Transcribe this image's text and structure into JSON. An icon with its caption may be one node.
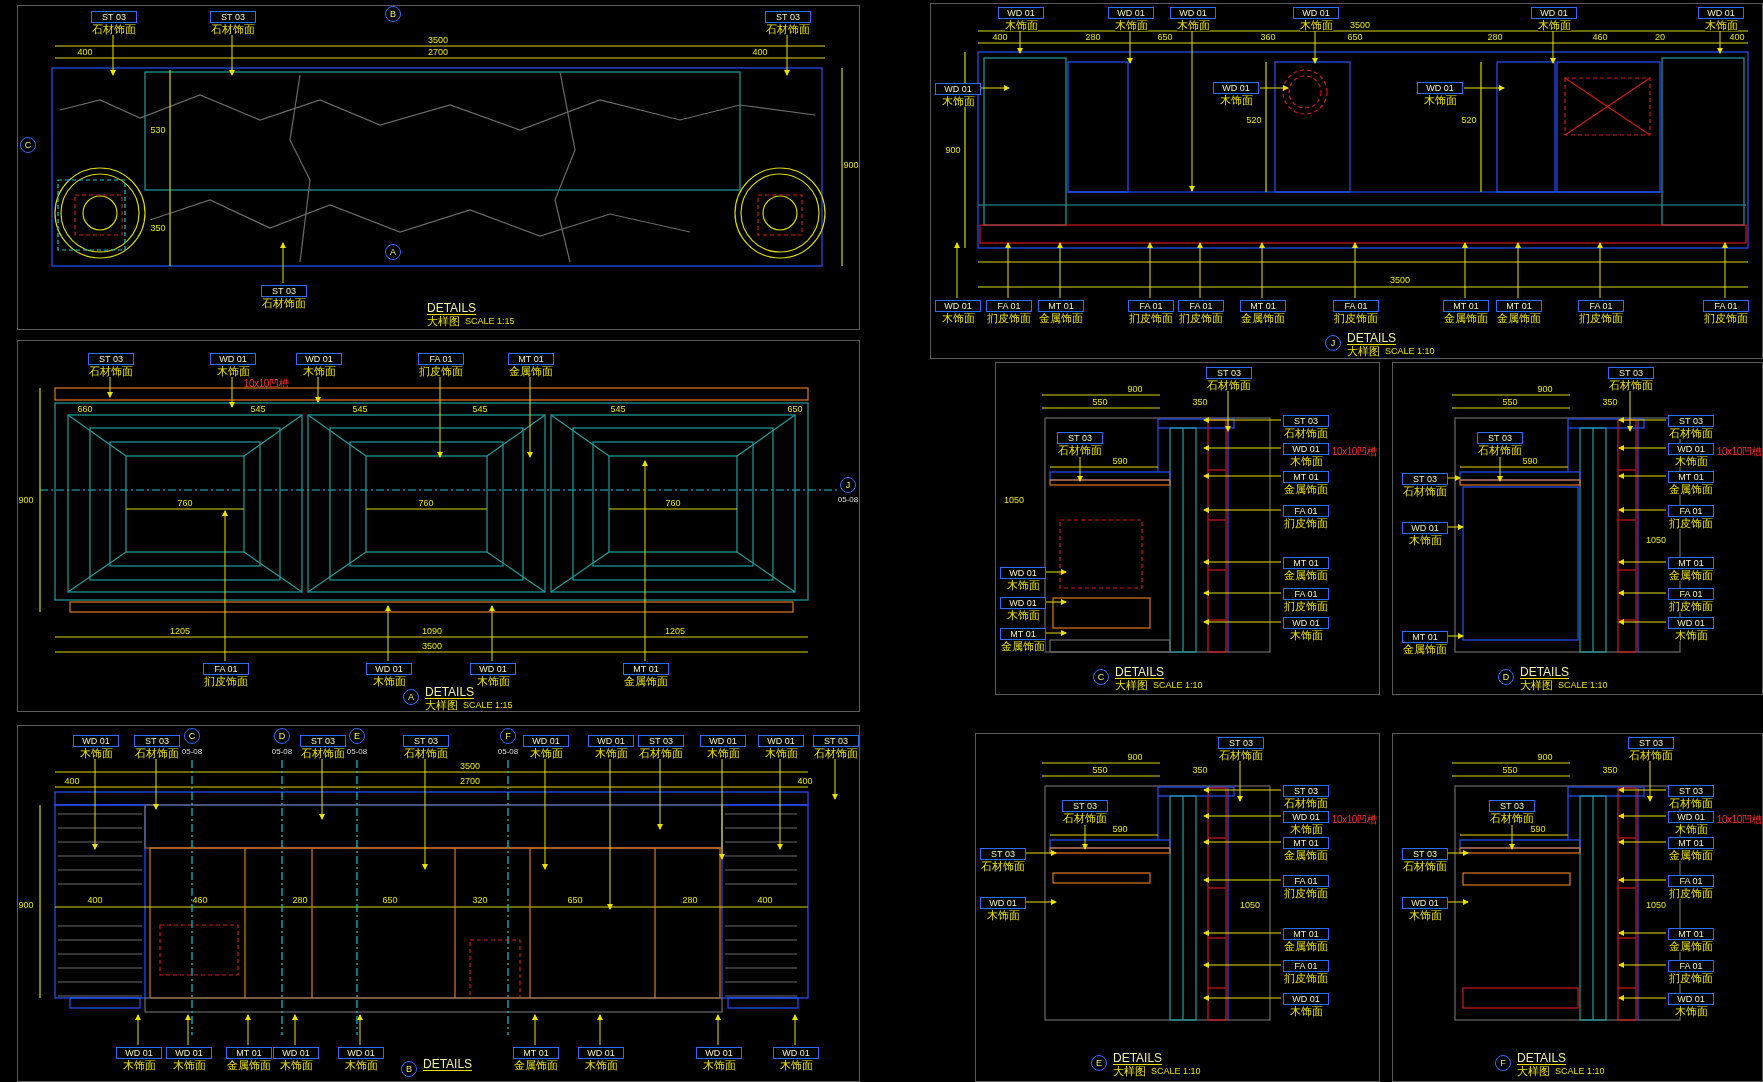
{
  "diagram": {
    "nodes": [
      {
        "text": [
          "DETAILS",
          "大样图",
          "SCALE 1:15"
        ]
      },
      {
        "text": [
          "J",
          "DETAILS",
          "大样图",
          "SCALE 1:10"
        ]
      },
      {
        "text": [
          "A",
          "DETAILS",
          "大样图",
          "SCALE 1:15"
        ]
      },
      {
        "text": [
          "B",
          "DETAILS"
        ]
      },
      {
        "text": [
          "C",
          "DETAILS",
          "大样图",
          "SCALE 1:10"
        ]
      },
      {
        "text": [
          "D",
          "DETAILS",
          "大样图",
          "SCALE 1:10"
        ]
      },
      {
        "text": [
          "E",
          "DETAILS",
          "大样图",
          "SCALE 1:10"
        ]
      },
      {
        "text": [
          "F",
          "DETAILS",
          "大样图",
          "SCALE 1:10"
        ]
      },
      {
        "text": [],
        "shape": "picture",
        "in": 0
      },
      {
        "text": [],
        "shape": "picture",
        "in": 1
      },
      {
        "text": [],
        "shape": "picture",
        "in": 2
      },
      {
        "text": [],
        "shape": "picture",
        "in": 3
      },
      {
        "text": [],
        "shape": "picture",
        "in": 4
      },
      {
        "text": [],
        "shape": "picture",
        "in": 5
      },
      {
        "text": [],
        "shape": "picture",
        "in": 6
      },
      {
        "text": [],
        "shape": "picture",
        "in": 7
      },
      {
        "text": [
          "ST 03",
          "石材饰面"
        ],
        "in": 0
      },
      {
        "text": [
          "ST 03",
          "石材饰面"
        ],
        "in": 0
      },
      {
        "text": [
          "ST 03",
          "石材饰面"
        ],
        "in": 0
      },
      {
        "text": [
          "ST 03",
          "石材饰面"
        ],
        "in": 0
      },
      {
        "text": [
          "WD 01",
          "木饰面"
        ],
        "in": 1
      },
      {
        "text": [
          "WD 01",
          "木饰面"
        ],
        "in": 1
      },
      {
        "text": [
          "WD 01",
          "木饰面"
        ],
        "in": 1
      },
      {
        "text": [
          "WD 01",
          "木饰面"
        ],
        "in": 1
      },
      {
        "text": [
          "WD 01",
          "木饰面"
        ],
        "in": 1
      },
      {
        "text": [
          "WD 01",
          "木饰面"
        ],
        "in": 1
      },
      {
        "text": [
          "WD 01",
          "木饰面"
        ],
        "in": 1
      },
      {
        "text": [
          "WD 01",
          "木饰面"
        ],
        "in": 9
      },
      {
        "text": [
          "WD 01",
          "木饰面"
        ],
        "in": 9
      },
      {
        "text": [
          "WD 01",
          "木饰面"
        ],
        "in": 1
      },
      {
        "text": [
          "FA 01",
          "扪皮饰面"
        ],
        "in": 1
      },
      {
        "text": [
          "MT 01",
          "金属饰面"
        ],
        "in": 1
      },
      {
        "text": [
          "FA 01",
          "扪皮饰面"
        ],
        "in": 1
      },
      {
        "text": [
          "FA 01",
          "扪皮饰面"
        ],
        "in": 1
      },
      {
        "text": [
          "MT 01",
          "金属饰面"
        ],
        "in": 1
      },
      {
        "text": [
          "FA 01",
          "扪皮饰面"
        ],
        "in": 1
      },
      {
        "text": [
          "MT 01",
          "金属饰面"
        ],
        "in": 1
      },
      {
        "text": [
          "MT 01",
          "金属饰面"
        ],
        "in": 1
      },
      {
        "text": [
          "FA 01",
          "扪皮饰面"
        ],
        "in": 1
      },
      {
        "text": [
          "FA 01",
          "扪皮饰面"
        ],
        "in": 1
      },
      {
        "text": [
          "ST 03",
          "石材饰面"
        ],
        "in": 2
      },
      {
        "text": [
          "WD 01",
          "木饰面"
        ],
        "in": 2
      },
      {
        "text": [
          "WD 01",
          "木饰面"
        ],
        "in": 2
      },
      {
        "text": [
          "FA 01",
          "扪皮饰面"
        ],
        "in": 2
      },
      {
        "text": [
          "MT 01",
          "金属饰面"
        ],
        "in": 2
      },
      {
        "text": [
          "FA 01",
          "扪皮饰面"
        ],
        "in": 2
      },
      {
        "text": [
          "WD 01",
          "木饰面"
        ],
        "in": 2
      },
      {
        "text": [
          "WD 01",
          "木饰面"
        ],
        "in": 2
      },
      {
        "text": [
          "MT 01",
          "金属饰面"
        ],
        "in": 2
      },
      {
        "text": [
          "WD 01",
          "木饰面"
        ],
        "in": 3
      },
      {
        "text": [
          "ST 03",
          "石材饰面"
        ],
        "in": 3
      },
      {
        "text": [
          "ST 03",
          "石材饰面"
        ],
        "in": 3
      },
      {
        "text": [
          "ST 03",
          "石材饰面"
        ],
        "in": 3
      },
      {
        "text": [
          "WD 01",
          "木饰面"
        ],
        "in": 3
      },
      {
        "text": [
          "WD 01",
          "木饰面"
        ],
        "in": 3
      },
      {
        "text": [
          "ST 03",
          "石材饰面"
        ],
        "in": 3
      },
      {
        "text": [
          "WD 01",
          "木饰面"
        ],
        "in": 3
      },
      {
        "text": [
          "WD 01",
          "木饰面"
        ],
        "in": 3
      },
      {
        "text": [
          "ST 03",
          "石材饰面"
        ],
        "in": 3
      },
      {
        "text": [
          "WD 01",
          "木饰面"
        ],
        "in": 3
      },
      {
        "text": [
          "WD 01",
          "木饰面"
        ],
        "in": 3
      },
      {
        "text": [
          "MT 01",
          "金属饰面"
        ],
        "in": 3
      },
      {
        "text": [
          "WD 01",
          "木饰面"
        ],
        "in": 3
      },
      {
        "text": [
          "WD 01",
          "木饰面"
        ],
        "in": 3
      },
      {
        "text": [
          "MT 01",
          "金属饰面"
        ],
        "in": 3
      },
      {
        "text": [
          "WD 01",
          "木饰面"
        ],
        "in": 3
      },
      {
        "text": [
          "WD 01",
          "木饰面"
        ],
        "in": 3
      },
      {
        "text": [
          "WD 01",
          "木饰面"
        ],
        "in": 3
      },
      {
        "text": [
          "ST 03",
          "石材饰面"
        ],
        "in": 4
      },
      {
        "text": [
          "ST 03",
          "石材饰面"
        ],
        "in": 12
      },
      {
        "text": [
          "ST 03",
          "石材饰面"
        ],
        "in": 4
      },
      {
        "text": [
          "WD 01",
          "木饰面"
        ],
        "in": 4
      },
      {
        "text": [
          "MT 01",
          "金属饰面"
        ],
        "in": 4
      },
      {
        "text": [
          "FA 01",
          "扪皮饰面"
        ],
        "in": 4
      },
      {
        "text": [
          "MT 01",
          "金属饰面"
        ],
        "in": 4
      },
      {
        "text": [
          "FA 01",
          "扪皮饰面"
        ],
        "in": 4
      },
      {
        "text": [
          "WD 01",
          "木饰面"
        ],
        "in": 4
      },
      {
        "text": [
          "WD 01",
          "木饰面"
        ],
        "in": 4
      },
      {
        "text": [
          "WD 01",
          "木饰面"
        ],
        "in": 4
      },
      {
        "text": [
          "MT 01",
          "金属饰面"
        ],
        "in": 4
      },
      {
        "text": [
          "ST 03",
          "石材饰面"
        ],
        "in": 5
      },
      {
        "text": [
          "ST 03",
          "石材饰面"
        ],
        "in": 13
      },
      {
        "text": [
          "ST 03",
          "石材饰面"
        ],
        "in": 5
      },
      {
        "text": [
          "WD 01",
          "木饰面"
        ],
        "in": 5
      },
      {
        "text": [
          "MT 01",
          "金属饰面"
        ],
        "in": 5
      },
      {
        "text": [
          "ST 03",
          "石材饰面"
        ],
        "in": 5
      },
      {
        "text": [
          "WD 01",
          "木饰面"
        ],
        "in": 5
      },
      {
        "text": [
          "MT 01",
          "金属饰面"
        ],
        "in": 5
      },
      {
        "text": [
          "FA 01",
          "扪皮饰面"
        ],
        "in": 5
      },
      {
        "text": [
          "MT 01",
          "金属饰面"
        ],
        "in": 5
      },
      {
        "text": [
          "FA 01",
          "扪皮饰面"
        ],
        "in": 5
      },
      {
        "text": [
          "WD 01",
          "木饰面"
        ],
        "in": 5
      },
      {
        "text": [
          "ST 03",
          "石材饰面"
        ],
        "in": 6
      },
      {
        "text": [
          "ST 03",
          "石材饰面"
        ],
        "in": 14
      },
      {
        "text": [
          "ST 03",
          "石材饰面"
        ],
        "in": 6
      },
      {
        "text": [
          "WD 01",
          "木饰面"
        ],
        "in": 6
      },
      {
        "text": [
          "ST 03",
          "石材饰面"
        ],
        "in": 6
      },
      {
        "text": [
          "WD 01",
          "木饰面"
        ],
        "in": 6
      },
      {
        "text": [
          "MT 01",
          "金属饰面"
        ],
        "in": 6
      },
      {
        "text": [
          "FA 01",
          "扪皮饰面"
        ],
        "in": 6
      },
      {
        "text": [
          "MT 01",
          "金属饰面"
        ],
        "in": 6
      },
      {
        "text": [
          "FA 01",
          "扪皮饰面"
        ],
        "in": 6
      },
      {
        "text": [
          "WD 01",
          "木饰面"
        ],
        "in": 6
      },
      {
        "text": [
          "ST 03",
          "石材饰面"
        ],
        "in": 7
      },
      {
        "text": [
          "ST 03",
          "石材饰面"
        ],
        "in": 15
      },
      {
        "text": [
          "ST 03",
          "石材饰面"
        ],
        "in": 7
      },
      {
        "text": [
          "WD 01",
          "木饰面"
        ],
        "in": 7
      },
      {
        "text": [
          "ST 03",
          "石材饰面"
        ],
        "in": 7
      },
      {
        "text": [
          "WD 01",
          "木饰面"
        ],
        "in": 7
      },
      {
        "text": [
          "MT 01",
          "金属饰面"
        ],
        "in": 7
      },
      {
        "text": [
          "FA 01",
          "扪皮饰面"
        ],
        "in": 7
      },
      {
        "text": [
          "MT 01",
          "金属饰面"
        ],
        "in": 7
      },
      {
        "text": [
          "FA 01",
          "扪皮饰面"
        ],
        "in": 7
      },
      {
        "text": [
          "WD 01",
          "木饰面"
        ],
        "in": 7
      }
    ],
    "edges": [
      {
        "from": 16,
        "to": 8,
        "arrow": "to"
      },
      {
        "from": 17,
        "to": 8,
        "arrow": "to"
      },
      {
        "from": 18,
        "to": 8,
        "arrow": "to"
      },
      {
        "from": 19,
        "to": 8,
        "arrow": "to"
      },
      {
        "from": 20,
        "to": 9,
        "arrow": "to"
      },
      {
        "from": 21,
        "to": 9,
        "arrow": "to"
      },
      {
        "from": 22,
        "to": 9,
        "arrow": "to"
      },
      {
        "from": 23,
        "to": 9,
        "arrow": "to"
      },
      {
        "from": 24,
        "to": 9,
        "arrow": "to"
      },
      {
        "from": 25,
        "to": 9,
        "arrow": "to"
      },
      {
        "from": 26,
        "to": 9,
        "arrow": "to"
      },
      {
        "from": 27,
        "to": 9,
        "arrow": "to"
      },
      {
        "from": 28,
        "to": 9,
        "arrow": "to"
      },
      {
        "from": 29,
        "to": 9,
        "arrow": "to"
      },
      {
        "from": 30,
        "to": 9,
        "arrow": "to"
      },
      {
        "from": 31,
        "to": 9,
        "arrow": "to"
      },
      {
        "from": 32,
        "to": 9,
        "arrow": "to"
      },
      {
        "from": 33,
        "to": 9,
        "arrow": "to"
      },
      {
        "from": 34,
        "to": 9,
        "arrow": "to"
      },
      {
        "from": 35,
        "to": 9,
        "arrow": "to"
      },
      {
        "from": 36,
        "to": 9,
        "arrow": "to"
      },
      {
        "from": 37,
        "to": 9,
        "arrow": "to"
      },
      {
        "from": 38,
        "to": 9,
        "arrow": "to"
      },
      {
        "from": 39,
        "to": 9,
        "arrow": "to"
      },
      {
        "from": 40,
        "to": 10,
        "arrow": "to"
      },
      {
        "from": 41,
        "to": 10,
        "arrow": "to"
      },
      {
        "from": 42,
        "to": 10,
        "arrow": "to"
      },
      {
        "from": 43,
        "to": 10,
        "arrow": "to"
      },
      {
        "from": 44,
        "to": 10,
        "arrow": "to"
      },
      {
        "from": 45,
        "to": 10,
        "arrow": "to"
      },
      {
        "from": 46,
        "to": 10,
        "arrow": "to"
      },
      {
        "from": 47,
        "to": 10,
        "arrow": "to"
      },
      {
        "from": 48,
        "to": 10,
        "arrow": "to"
      },
      {
        "from": 49,
        "to": 11,
        "arrow": "to"
      },
      {
        "from": 50,
        "to": 11,
        "arrow": "to"
      },
      {
        "from": 51,
        "to": 11,
        "arrow": "to"
      },
      {
        "from": 52,
        "to": 11,
        "arrow": "to"
      },
      {
        "from": 53,
        "to": 11,
        "arrow": "to"
      },
      {
        "from": 54,
        "to": 11,
        "arrow": "to"
      },
      {
        "from": 55,
        "to": 11,
        "arrow": "to"
      },
      {
        "from": 56,
        "to": 11,
        "arrow": "to"
      },
      {
        "from": 57,
        "to": 11,
        "arrow": "to"
      },
      {
        "from": 58,
        "to": 11,
        "arrow": "to"
      },
      {
        "from": 59,
        "to": 11,
        "arrow": "to"
      },
      {
        "from": 60,
        "to": 11,
        "arrow": "to"
      },
      {
        "from": 61,
        "to": 11,
        "arrow": "to"
      },
      {
        "from": 62,
        "to": 11,
        "arrow": "to"
      },
      {
        "from": 63,
        "to": 11,
        "arrow": "to"
      },
      {
        "from": 64,
        "to": 11,
        "arrow": "to"
      },
      {
        "from": 65,
        "to": 11,
        "arrow": "to"
      },
      {
        "from": 66,
        "to": 11,
        "arrow": "to"
      },
      {
        "from": 67,
        "to": 11,
        "arrow": "to"
      },
      {
        "from": 68,
        "to": 12,
        "arrow": "to"
      },
      {
        "from": 69,
        "to": 12,
        "arrow": "to"
      },
      {
        "from": 70,
        "to": 12,
        "arrow": "to"
      },
      {
        "from": 71,
        "to": 12,
        "arrow": "to"
      },
      {
        "from": 72,
        "to": 12,
        "arrow": "to"
      },
      {
        "from": 73,
        "to": 12,
        "arrow": "to"
      },
      {
        "from": 74,
        "to": 12,
        "arrow": "to"
      },
      {
        "from": 75,
        "to": 12,
        "arrow": "to"
      },
      {
        "from": 76,
        "to": 12,
        "arrow": "to"
      },
      {
        "from": 77,
        "to": 12,
        "arrow": "to"
      },
      {
        "from": 78,
        "to": 12,
        "arrow": "to"
      },
      {
        "from": 79,
        "to": 12,
        "arrow": "to"
      },
      {
        "from": 80,
        "to": 13,
        "arrow": "to"
      },
      {
        "from": 81,
        "to": 13,
        "arrow": "to"
      },
      {
        "from": 82,
        "to": 13,
        "arrow": "to"
      },
      {
        "from": 83,
        "to": 13,
        "arrow": "to"
      },
      {
        "from": 84,
        "to": 13,
        "arrow": "to"
      },
      {
        "from": 85,
        "to": 13,
        "arrow": "to"
      },
      {
        "from": 86,
        "to": 13,
        "arrow": "to"
      },
      {
        "from": 87,
        "to": 13,
        "arrow": "to"
      },
      {
        "from": 88,
        "to": 13,
        "arrow": "to"
      },
      {
        "from": 89,
        "to": 13,
        "arrow": "to"
      },
      {
        "from": 90,
        "to": 13,
        "arrow": "to"
      },
      {
        "from": 91,
        "to": 13,
        "arrow": "to"
      },
      {
        "from": 92,
        "to": 14,
        "arrow": "to"
      },
      {
        "from": 93,
        "to": 14,
        "arrow": "to"
      },
      {
        "from": 94,
        "to": 14,
        "arrow": "to"
      },
      {
        "from": 95,
        "to": 14,
        "arrow": "to"
      },
      {
        "from": 96,
        "to": 14,
        "arrow": "to"
      },
      {
        "from": 97,
        "to": 14,
        "arrow": "to"
      },
      {
        "from": 98,
        "to": 14,
        "arrow": "to"
      },
      {
        "from": 99,
        "to": 14,
        "arrow": "to"
      },
      {
        "from": 100,
        "to": 14,
        "arrow": "to"
      },
      {
        "from": 101,
        "to": 14,
        "arrow": "to"
      },
      {
        "from": 102,
        "to": 14,
        "arrow": "to"
      },
      {
        "from": 103,
        "to": 15,
        "arrow": "to"
      },
      {
        "from": 104,
        "to": 15,
        "arrow": "to"
      },
      {
        "from": 105,
        "to": 15,
        "arrow": "to"
      },
      {
        "from": 106,
        "to": 15,
        "arrow": "to"
      },
      {
        "from": 107,
        "to": 15,
        "arrow": "to"
      },
      {
        "from": 108,
        "to": 15,
        "arrow": "to"
      },
      {
        "from": 109,
        "to": 15,
        "arrow": "to"
      },
      {
        "from": 110,
        "to": 15,
        "arrow": "to"
      },
      {
        "from": 111,
        "to": 15,
        "arrow": "to"
      },
      {
        "from": 112,
        "to": 15,
        "arrow": "to"
      },
      {
        "from": 113,
        "to": 15,
        "arrow": "to"
      }
    ],
    "labels": [
      "B",
      "3500",
      "400",
      "2700",
      "400",
      "C",
      "530",
      "350",
      "900",
      "A",
      "3500",
      "400",
      "280",
      "650",
      "360",
      "650",
      "280",
      "460",
      "20",
      "400",
      "900",
      "520",
      "520",
      "3500",
      "660",
      "545",
      "545",
      "545",
      "545",
      "650",
      "900",
      "760",
      "760",
      "760",
      "J",
      "05-08",
      "1205",
      "1090",
      "1205",
      "3500",
      "10x10凹槽",
      "C",
      "05-08",
      "D",
      "05-08",
      "E",
      "05-08",
      "F",
      "05-08",
      "3500",
      "400",
      "2700",
      "400",
      "900",
      "400",
      "460",
      "280",
      "650",
      "320",
      "650",
      "280",
      "400",
      "900",
      "550",
      "350",
      "590",
      "1050",
      "10x10凹槽",
      "900",
      "550",
      "350",
      "590",
      "1050",
      "10x10凹槽",
      "900",
      "550",
      "350",
      "590",
      "1050",
      "10x10凹槽",
      "900",
      "550",
      "350",
      "590",
      "1050",
      "10x10凹槽"
    ]
  }
}
